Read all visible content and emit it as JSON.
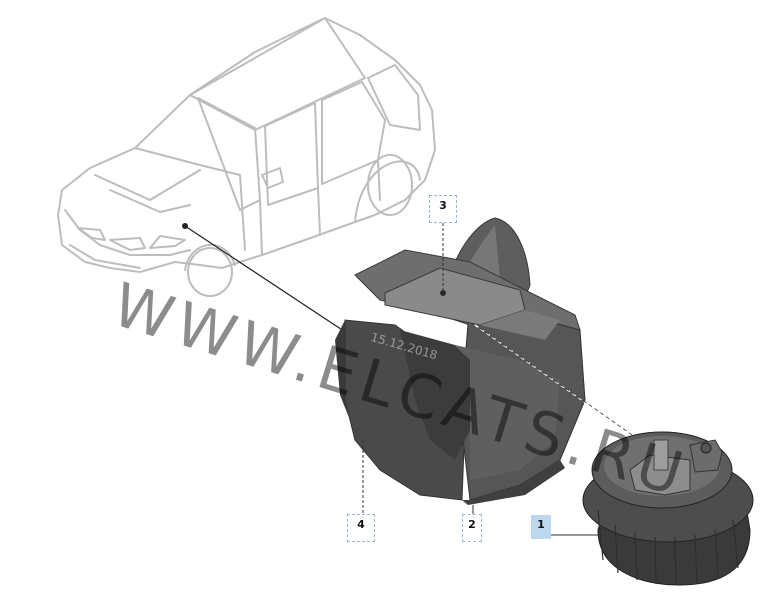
{
  "callouts": {
    "c1": "1",
    "c2": "2",
    "c3": "3",
    "c4": "4"
  },
  "watermark": "WWW.ELCATS.RU",
  "stamp": "15.12.2018",
  "colors": {
    "car_outline": "#bfbfbf",
    "bracket_dark": "#4a4a4a",
    "bracket_mid": "#6a6a6a",
    "leader": "#222222",
    "callout_highlight": "#bcd8ef"
  }
}
